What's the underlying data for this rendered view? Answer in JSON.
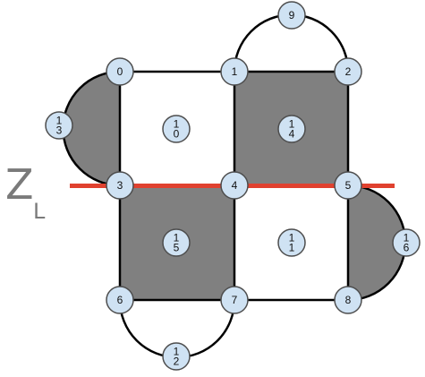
{
  "diagram": {
    "boundary_label": "Z",
    "boundary_subscript": "L",
    "colors": {
      "shaded": "#808080",
      "boundary_line": "#e0412f",
      "node_fill": "#cfe2f3",
      "node_stroke": "#4d4d4d",
      "edge": "#000000"
    },
    "vertices": [
      "0",
      "1",
      "2",
      "3",
      "4",
      "5",
      "6",
      "7",
      "8",
      "9"
    ],
    "faces": [
      "10",
      "14",
      "15",
      "11",
      "13",
      "16",
      "12"
    ],
    "shaded_faces": [
      "13",
      "14",
      "15",
      "16"
    ]
  }
}
